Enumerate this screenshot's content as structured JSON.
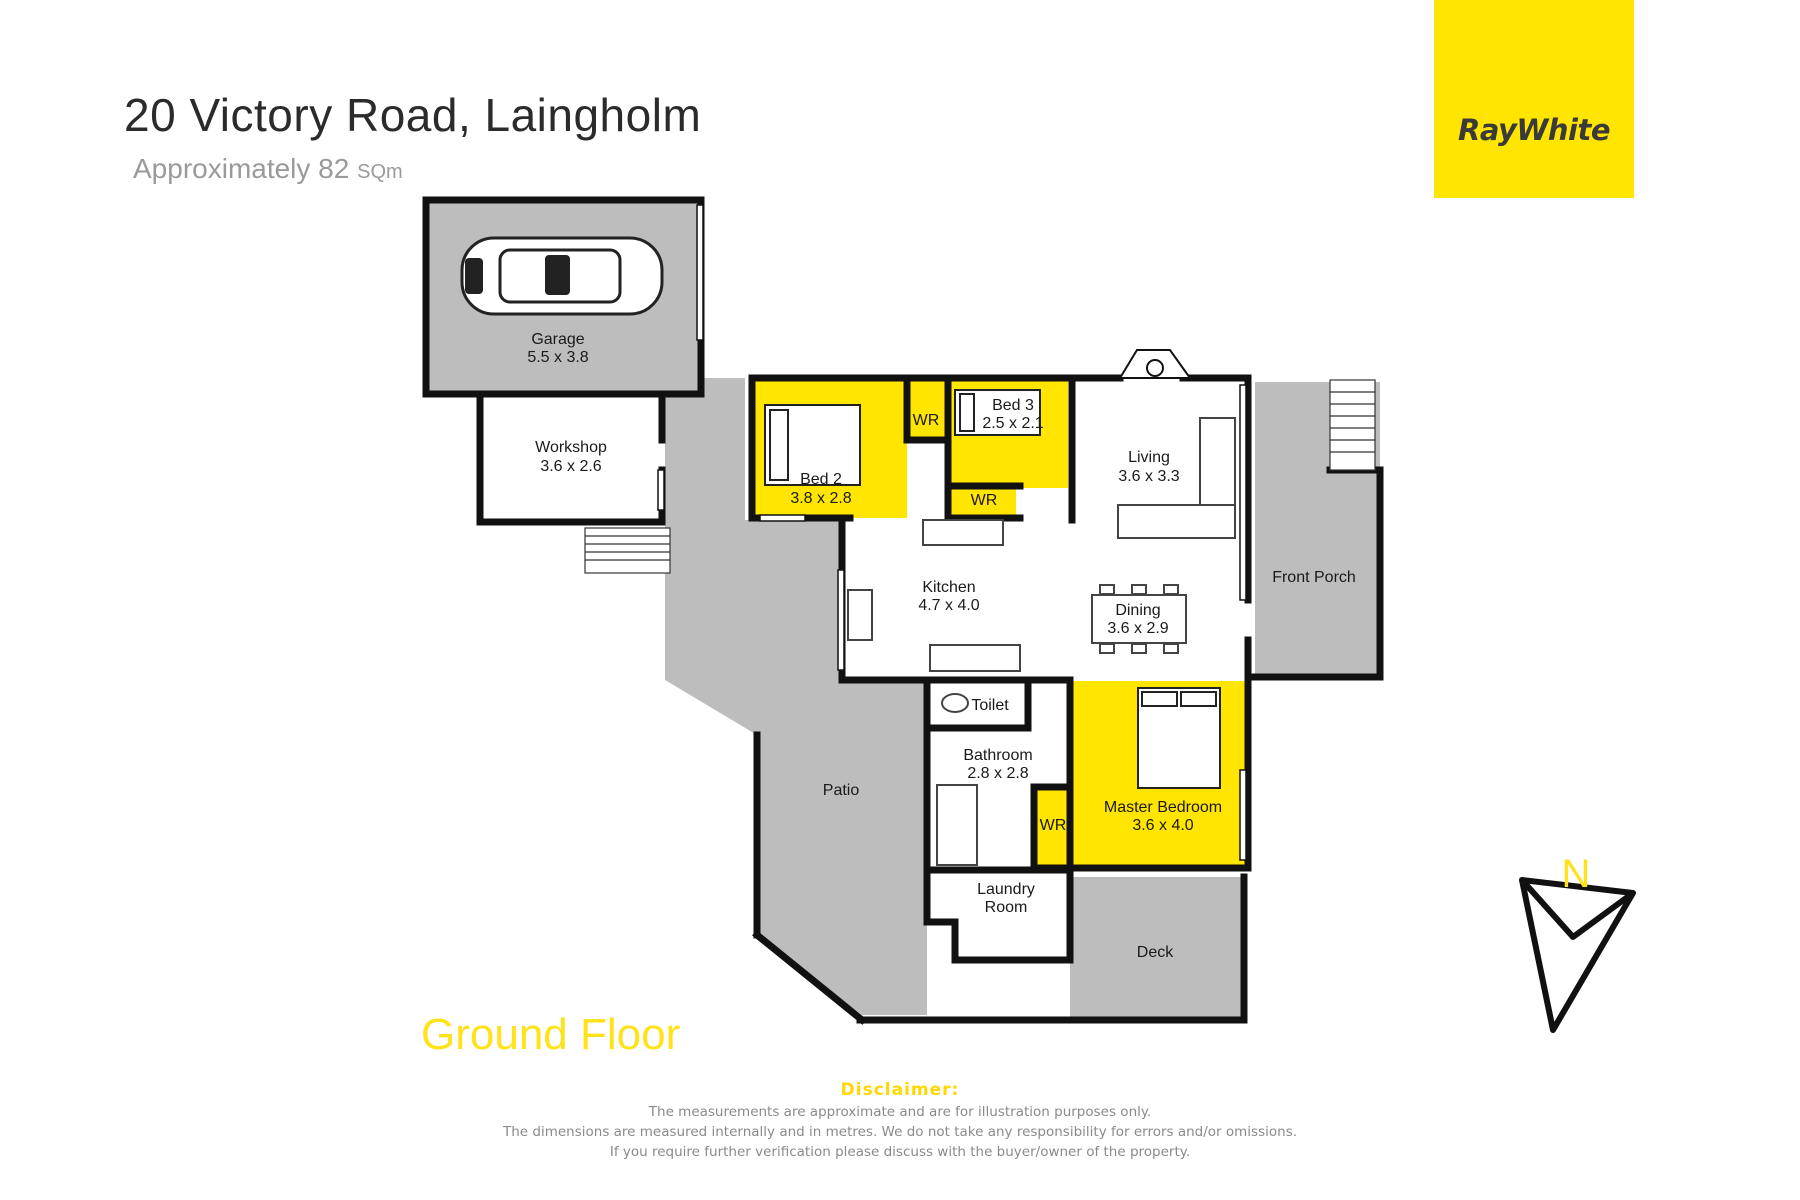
{
  "header": {
    "address": "20 Victory Road, Laingholm",
    "area_prefix": "Approximately 82",
    "area_unit": "SQm"
  },
  "logo": {
    "text": "RayWhite",
    "color": "#ffe500"
  },
  "floor": {
    "name": "Ground Floor"
  },
  "compass": {
    "label": "N"
  },
  "rooms": {
    "garage": {
      "name": "Garage",
      "dims": "5.5 x 3.8"
    },
    "workshop": {
      "name": "Workshop",
      "dims": "3.6 x 2.6"
    },
    "bed2": {
      "name": "Bed 2",
      "dims": "3.8 x 2.8"
    },
    "wr1": {
      "name": "WR"
    },
    "bed3": {
      "name": "Bed 3",
      "dims": "2.5 x 2.1"
    },
    "wr2": {
      "name": "WR"
    },
    "living": {
      "name": "Living",
      "dims": "3.6 x 3.3"
    },
    "front_porch": {
      "name": "Front Porch"
    },
    "kitchen": {
      "name": "Kitchen",
      "dims": "4.7 x 4.0"
    },
    "dining": {
      "name": "Dining",
      "dims": "3.6 x 2.9"
    },
    "toilet": {
      "name": "Toilet"
    },
    "bathroom": {
      "name": "Bathroom",
      "dims": "2.8 x 2.8"
    },
    "patio": {
      "name": "Patio"
    },
    "wr3": {
      "name": "WR"
    },
    "master": {
      "name": "Master Bedroom",
      "dims": "3.6 x 4.0"
    },
    "laundry": {
      "name_line1": "Laundry",
      "name_line2": "Room"
    },
    "deck": {
      "name": "Deck"
    }
  },
  "disclaimer": {
    "heading": "Disclaimer:",
    "line1": "The measurements are approximate and are for illustration purposes only.",
    "line2": "The dimensions are measured internally and in metres. We do not take any responsibility for errors and/or omissions.",
    "line3": "If you require further verification please discuss with the buyer/owner of the property."
  },
  "colors": {
    "highlight": "#ffe500",
    "outdoor": "#bdbdbd",
    "wall": "#111111",
    "floor_label": "#ffe21a"
  }
}
